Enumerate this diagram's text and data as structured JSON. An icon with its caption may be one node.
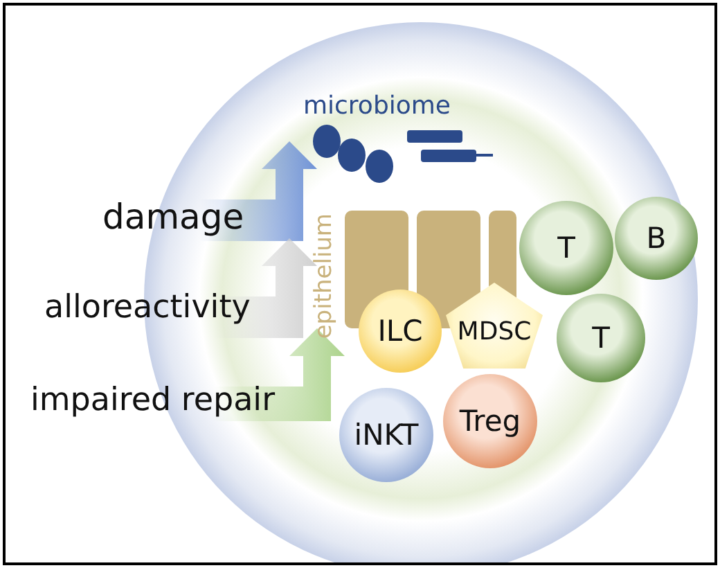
{
  "diagram": {
    "nodes": [
      {
        "text": [
          "T"
        ]
      },
      {
        "text": [
          "B"
        ]
      },
      {
        "text": [
          "T"
        ]
      },
      {
        "text": [
          "ILC"
        ]
      },
      {
        "text": [
          "MDSC"
        ]
      },
      {
        "text": [
          "iNKT"
        ]
      },
      {
        "text": [
          "Treg"
        ]
      }
    ],
    "labels": [
      "microbiome",
      "damage",
      "epithelium",
      "alloreactivity",
      "impaired repair"
    ]
  }
}
